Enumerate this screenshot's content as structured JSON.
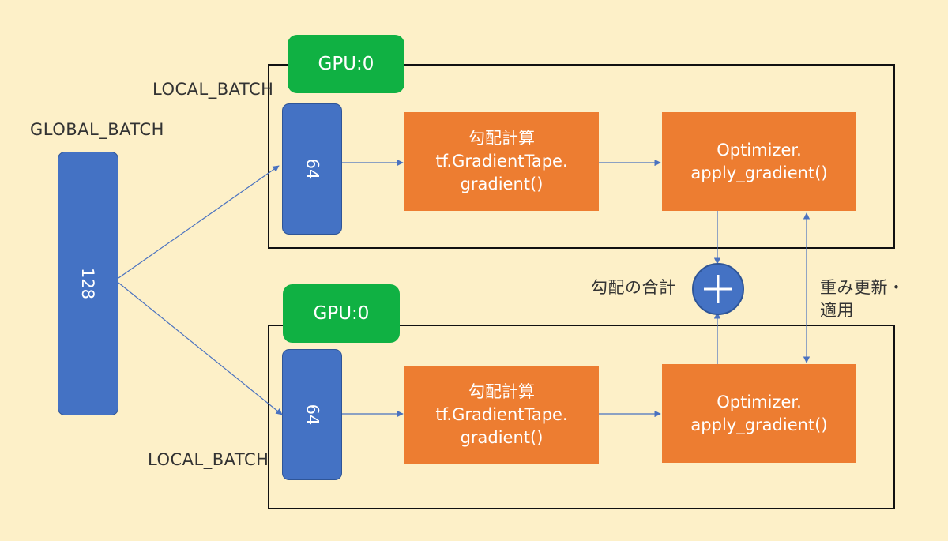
{
  "global_batch": {
    "label": "GLOBAL_BATCH",
    "value": "128"
  },
  "gpus": [
    {
      "badge": "GPU:0",
      "local_batch_label": "LOCAL_BATCH",
      "local_batch_value": "64",
      "grad_box": [
        "勾配計算",
        "tf.GradientTape.",
        "gradient()"
      ],
      "opt_box": [
        "Optimizer.",
        "apply_gradient()"
      ]
    },
    {
      "badge": "GPU:0",
      "local_batch_label": "LOCAL_BATCH",
      "local_batch_value": "64",
      "grad_box": [
        "勾配計算",
        "tf.GradientTape.",
        "gradient()"
      ],
      "opt_box": [
        "Optimizer.",
        "apply_gradient()"
      ]
    }
  ],
  "sum_label": "勾配の合計",
  "update_label": [
    "重み更新・",
    "適用"
  ],
  "colors": {
    "background": "#fdf0c8",
    "gpu_badge": "#10b143",
    "batch_bar": "#4472c4",
    "process_box": "#ed7d31",
    "arrow": "#4a72c0"
  }
}
